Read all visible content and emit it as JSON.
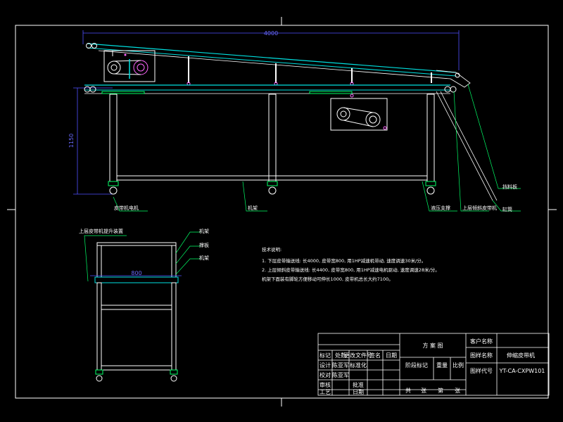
{
  "dimensions": {
    "length": "4000",
    "height": "1150",
    "width": "800"
  },
  "labels": {
    "main_belt_motor": "皮带机电机",
    "frame": "机架",
    "hydraulic_support": "液压支撑",
    "lift_belt": "上层倾斜皮带机",
    "guard_plate": "挡料板",
    "cylinder": "缸筒",
    "side_lift_device": "上层皮带机提升装置",
    "side_a": "机架",
    "side_b": "撑板",
    "side_c": "机架"
  },
  "notes": {
    "title": "技术说明:",
    "line1": "1. 下层皮带输送线: 长4000, 皮带宽800, 用1HP减速机带动, 速度调速30米/分。",
    "line2": "2. 上层倾斜皮带输送线: 长4400, 皮带宽800, 用1HP减速电机驱动, 速度调速28米/分。",
    "line3": "机架下面装有脚轮方便移动可伸长1000, 皮带机总长大约7100。"
  },
  "title_block": {
    "left_header": [
      "标记",
      "处数",
      "更改文件号",
      "签名",
      "日期"
    ],
    "rows": [
      {
        "a": "设计",
        "b": "陈亚军",
        "c": "标准化"
      },
      {
        "a": "校对",
        "b": "陈亚军",
        "c": ""
      },
      {
        "a": "审核",
        "b": "",
        "c": "批准"
      },
      {
        "a": "工艺",
        "b": "",
        "c": "日期"
      }
    ],
    "drawing_type": "方 案 图",
    "stage_header": [
      "阶段标记",
      "重量",
      "比例"
    ],
    "sheet_row": [
      "共",
      "张",
      "第",
      "张"
    ],
    "customer_label": "客户名称",
    "project_label": "图样名称",
    "project_value": "伸缩皮带机",
    "code_label": "图样代号",
    "code_value": "YT-CA-CXPW101"
  },
  "colors": {
    "frame": "#ffffff",
    "belt": "#00e0e0",
    "dimension": "#5050ff",
    "leader": "#00ff66",
    "component": "#ff66ff",
    "motor": "#ffffff"
  }
}
